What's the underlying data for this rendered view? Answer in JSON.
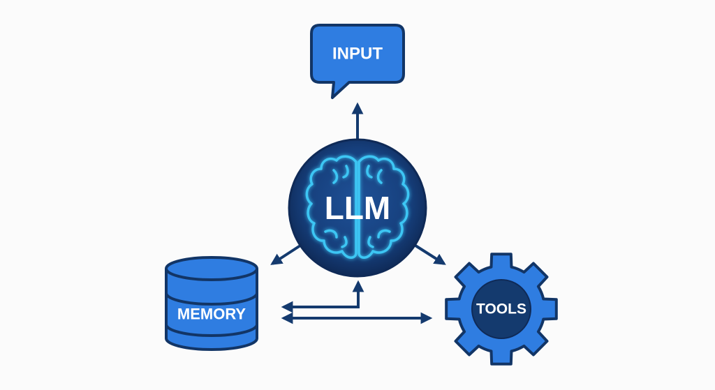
{
  "diagram": {
    "type": "architecture-diagram",
    "colors": {
      "background": "#fbfbfb",
      "primary_blue": "#2f7de1",
      "outline_navy": "#123566",
      "arrow_navy": "#143a6e",
      "core_dark": "#0f2a57",
      "core_mid": "#1d4a8c",
      "brain_glow": "#3cc6f4",
      "label_text": "#ffffff"
    },
    "nodes": [
      {
        "id": "input",
        "label": "INPUT",
        "shape": "speech-bubble",
        "icon": "speech-bubble-icon"
      },
      {
        "id": "llm",
        "label": "LLM",
        "shape": "circle",
        "icon": "brain-icon"
      },
      {
        "id": "memory",
        "label": "MEMORY",
        "shape": "cylinder",
        "icon": "database-icon"
      },
      {
        "id": "tools",
        "label": "TOOLS",
        "shape": "gear",
        "icon": "gear-icon"
      }
    ],
    "edges": [
      {
        "from": "llm",
        "to": "input",
        "direction": "one-way"
      },
      {
        "from": "llm",
        "to": "memory",
        "direction": "one-way"
      },
      {
        "from": "llm",
        "to": "tools",
        "direction": "one-way"
      },
      {
        "from": "memory",
        "to": "llm",
        "direction": "one-way",
        "routing": "elbow"
      },
      {
        "from": "memory",
        "to": "tools",
        "direction": "two-way"
      }
    ]
  }
}
